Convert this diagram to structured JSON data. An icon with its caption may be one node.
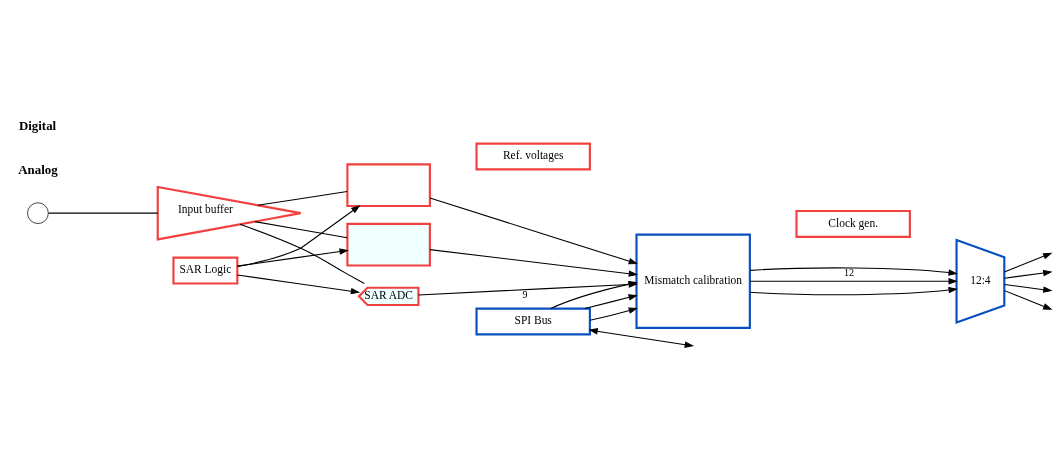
{
  "diagram": {
    "nodes": [
      {
        "text": [],
        "shape": "circle"
      },
      {
        "text": [
          "Input buffer"
        ]
      },
      {
        "text": [
          "SAR Logic"
        ]
      },
      {
        "text": [],
        "shape": "box"
      },
      {
        "text": [],
        "shape": "box"
      },
      {
        "text": [
          "SAR ADC"
        ]
      },
      {
        "text": [
          "Mismatch calibration"
        ]
      },
      {
        "text": [
          "12:4"
        ]
      },
      {
        "text": [
          "SPI Bus"
        ]
      },
      {
        "text": [
          "Clock gen."
        ]
      },
      {
        "text": [
          "Ref. voltages"
        ]
      }
    ],
    "edges": [
      {
        "from": 0,
        "to": 1,
        "arrow": "none"
      },
      {
        "from": 1,
        "to": 3,
        "arrow": "none"
      },
      {
        "from": 1,
        "to": 4,
        "arrow": "none"
      },
      {
        "from": 1,
        "to": 5,
        "arrow": "none"
      },
      {
        "from": 2,
        "to": 5,
        "arrow": "to"
      },
      {
        "from": 2,
        "to": 4,
        "arrow": "to"
      },
      {
        "from": 2,
        "to": 3,
        "arrow": "to"
      },
      {
        "from": 3,
        "to": 6,
        "arrow": "to"
      },
      {
        "from": 4,
        "to": 6,
        "arrow": "to"
      },
      {
        "from": 5,
        "to": 6,
        "arrow": "to",
        "label": "9"
      },
      {
        "from": 6,
        "to": 7,
        "arrow": "to"
      },
      {
        "from": 6,
        "to": 7,
        "arrow": "to"
      },
      {
        "from": 6,
        "to": 7,
        "arrow": "to",
        "label": "12"
      },
      {
        "from": 7,
        "to": null,
        "arrow": "to"
      },
      {
        "from": 7,
        "to": null,
        "arrow": "to"
      },
      {
        "from": 7,
        "to": null,
        "arrow": "to"
      },
      {
        "from": 7,
        "to": null,
        "arrow": "to"
      },
      {
        "from": 8,
        "to": 6,
        "arrow": "to"
      },
      {
        "from": 8,
        "to": 6,
        "arrow": "to"
      },
      {
        "from": 8,
        "to": 6,
        "arrow": "to"
      },
      {
        "from": 8,
        "to": null,
        "arrow": "both"
      }
    ],
    "labels": [
      "Analog",
      "Digital"
    ]
  }
}
